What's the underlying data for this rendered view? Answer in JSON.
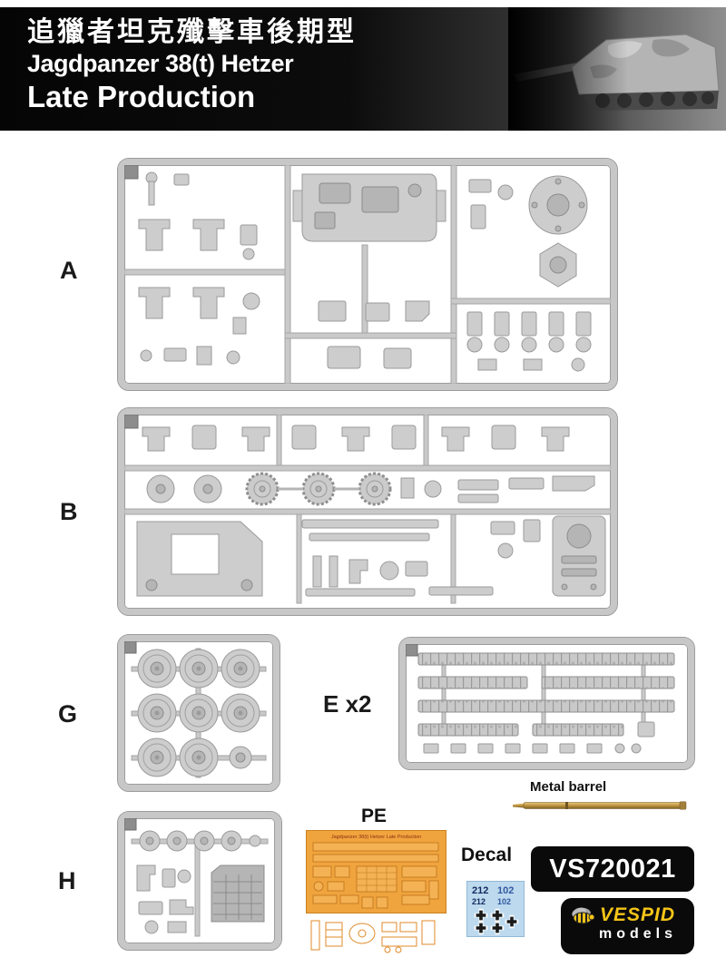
{
  "header": {
    "title_zh": "追獵者坦克殲擊車後期型",
    "title_en": "Jagdpanzer 38(t) Hetzer",
    "subtitle": "Late Production"
  },
  "sprues": {
    "a": {
      "label": "A"
    },
    "b": {
      "label": "B"
    },
    "g": {
      "label": "G"
    },
    "e": {
      "label": "E x2"
    },
    "h": {
      "label": "H"
    }
  },
  "extras": {
    "metal_barrel": {
      "label": "Metal barrel"
    },
    "pe": {
      "label": "PE",
      "sheet_title": "Jagdpanzer 38(t) Hetzer Late Production"
    },
    "decal": {
      "label": "Decal",
      "rows": [
        [
          "212",
          "102"
        ],
        [
          "212",
          "102"
        ]
      ]
    },
    "product_code": "VS720021",
    "brand": {
      "name": "VESPID",
      "sub": "models"
    }
  },
  "colors": {
    "accent_orange": "#F0A43E",
    "decal_blue": "#BDD9EE",
    "brass": "#C49A46",
    "brand_yellow": "#F5C518",
    "plastic_gray": "#CDCDCD"
  }
}
